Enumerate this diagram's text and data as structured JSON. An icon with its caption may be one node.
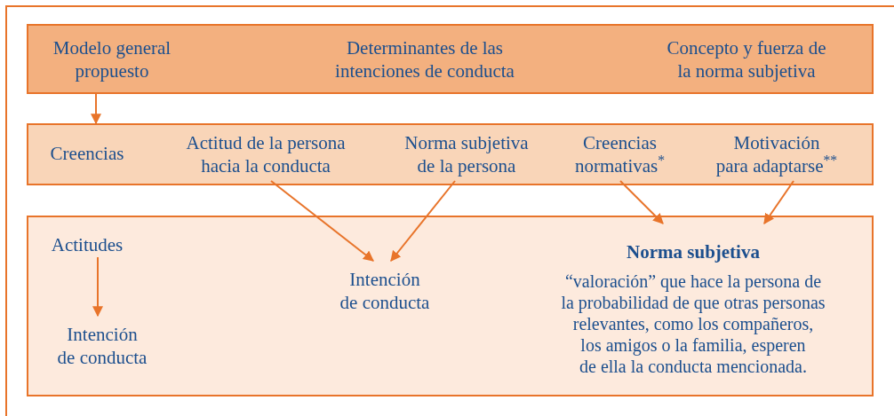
{
  "diagram": {
    "nodes": [
      {
        "text": [],
        "shape": "box"
      },
      {
        "text": [
          "Modelo general propuesto"
        ],
        "in": 0
      },
      {
        "text": [
          "Determinantes de las intenciones de conducta"
        ],
        "in": 0
      },
      {
        "text": [
          "Concepto y fuerza de la norma subjetiva"
        ],
        "in": 0
      },
      {
        "text": [],
        "shape": "box"
      },
      {
        "text": [
          "Creencias"
        ],
        "in": 4
      },
      {
        "text": [
          "Actitud de la persona hacia la conducta"
        ],
        "in": 4
      },
      {
        "text": [
          "Norma subjetiva de la persona"
        ],
        "in": 4
      },
      {
        "text": [
          "Creencias normativas$^{*}$"
        ],
        "in": 4
      },
      {
        "text": [
          "Motivación para adaptarse$^{**}$"
        ],
        "in": 4
      },
      {
        "text": [],
        "shape": "box"
      },
      {
        "text": [
          "Actitudes"
        ],
        "in": 10
      },
      {
        "text": [
          "Intención de conducta"
        ],
        "in": 10
      },
      {
        "text": [
          "Intención de conducta"
        ],
        "in": 10
      },
      {
        "text": [
          "Norma subjetiva",
          "“valoración” que hace la persona de la probabilidad  de que otras personas relevantes, como los compañeros, los amigos o la familia, esperen de ella la conducta mencionada."
        ],
        "in": 10
      }
    ],
    "edges": [
      {
        "from": 0,
        "to": 4,
        "arrow": "to"
      },
      {
        "from": 6,
        "to": 13,
        "arrow": "to"
      },
      {
        "from": 7,
        "to": 13,
        "arrow": "to"
      },
      {
        "from": 8,
        "to": 14,
        "arrow": "to"
      },
      {
        "from": 9,
        "to": 14,
        "arrow": "to"
      },
      {
        "from": 11,
        "to": 12,
        "arrow": "to"
      }
    ]
  }
}
